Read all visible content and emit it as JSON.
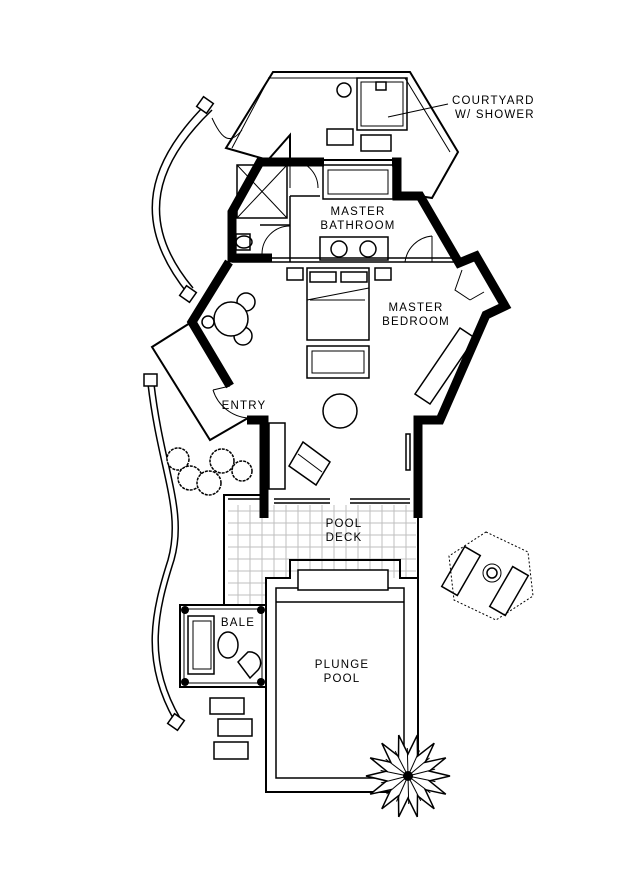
{
  "labels": {
    "courtyard_line1": "COURTYARD",
    "courtyard_line2": "W/ SHOWER",
    "bathroom_line1": "MASTER",
    "bathroom_line2": "BATHROOM",
    "bedroom_line1": "MASTER",
    "bedroom_line2": "BEDROOM",
    "entry": "ENTRY",
    "deck_line1": "POOL",
    "deck_line2": "DECK",
    "bale": "BALE",
    "pool_line1": "PLUNGE",
    "pool_line2": "POOL"
  }
}
